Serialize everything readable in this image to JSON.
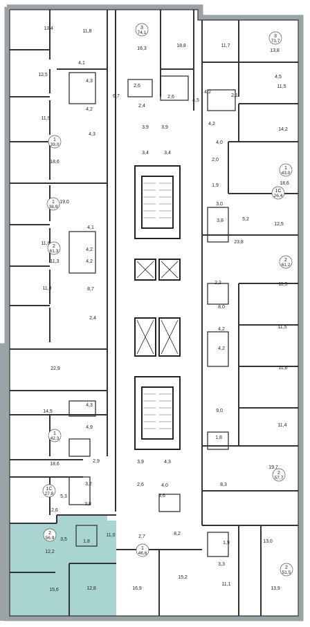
{
  "colors": {
    "outer_wall": "#9aa3a6",
    "wall": "#333333",
    "highlight": "#a8d5d1",
    "core": "#222222"
  },
  "room_areas": [
    "13,4",
    "11,8",
    "16,3",
    "18,8",
    "11,7",
    "13,8",
    "12,5",
    "4,1",
    "4,3",
    "4,2",
    "6,7",
    "2,6",
    "2,4",
    "2,6",
    "4,5",
    "4,5",
    "4,2",
    "2,1",
    "11,5",
    "11,9",
    "4,2",
    "3,9",
    "3,9",
    "4,3",
    "14,2",
    "18,6",
    "3,4",
    "3,4",
    "4,0",
    "2,0",
    "18,6",
    "19,0",
    "1,9",
    "3,0",
    "5,2",
    "3,8",
    "12,5",
    "4,1",
    "11,6",
    "4,2",
    "4,2",
    "11,3",
    "23,8",
    "8,7",
    "2,2",
    "11,5",
    "8,0",
    "11,8",
    "2,4",
    "4,2",
    "11,5",
    "22,9",
    "4,2",
    "11,6",
    "14,5",
    "4,3",
    "9,0",
    "4,9",
    "11,4",
    "18,6",
    "1,8",
    "2,9",
    "3,2",
    "19,7",
    "3,9",
    "4,3",
    "4,0",
    "8,3",
    "12,6",
    "5,3",
    "3,8",
    "2,6",
    "3,6",
    "1,9",
    "13,0",
    "3,3",
    "11,0",
    "2,7",
    "8,2",
    "3,5",
    "1,8",
    "12,2",
    "15,2",
    "16,9",
    "11,1",
    "13,9",
    "15,6",
    "12,8"
  ],
  "apartments": [
    {
      "type": "3",
      "total": "74,1"
    },
    {
      "type": "3",
      "total": "73,7"
    },
    {
      "type": "1",
      "total": "39,0"
    },
    {
      "type": "1",
      "total": "43,0"
    },
    {
      "type": "1",
      "total": "38,9"
    },
    {
      "type": "1С",
      "total": "26,4"
    },
    {
      "type": "2",
      "total": "61,3"
    },
    {
      "type": "2",
      "total": "61,2"
    },
    {
      "type": "1",
      "total": "42,3"
    },
    {
      "type": "2",
      "total": "57,7"
    },
    {
      "type": "1С",
      "total": "27,8"
    },
    {
      "type": "2",
      "total": "56,9"
    },
    {
      "type": "1",
      "total": "46,6"
    },
    {
      "type": "2",
      "total": "51,5"
    }
  ]
}
